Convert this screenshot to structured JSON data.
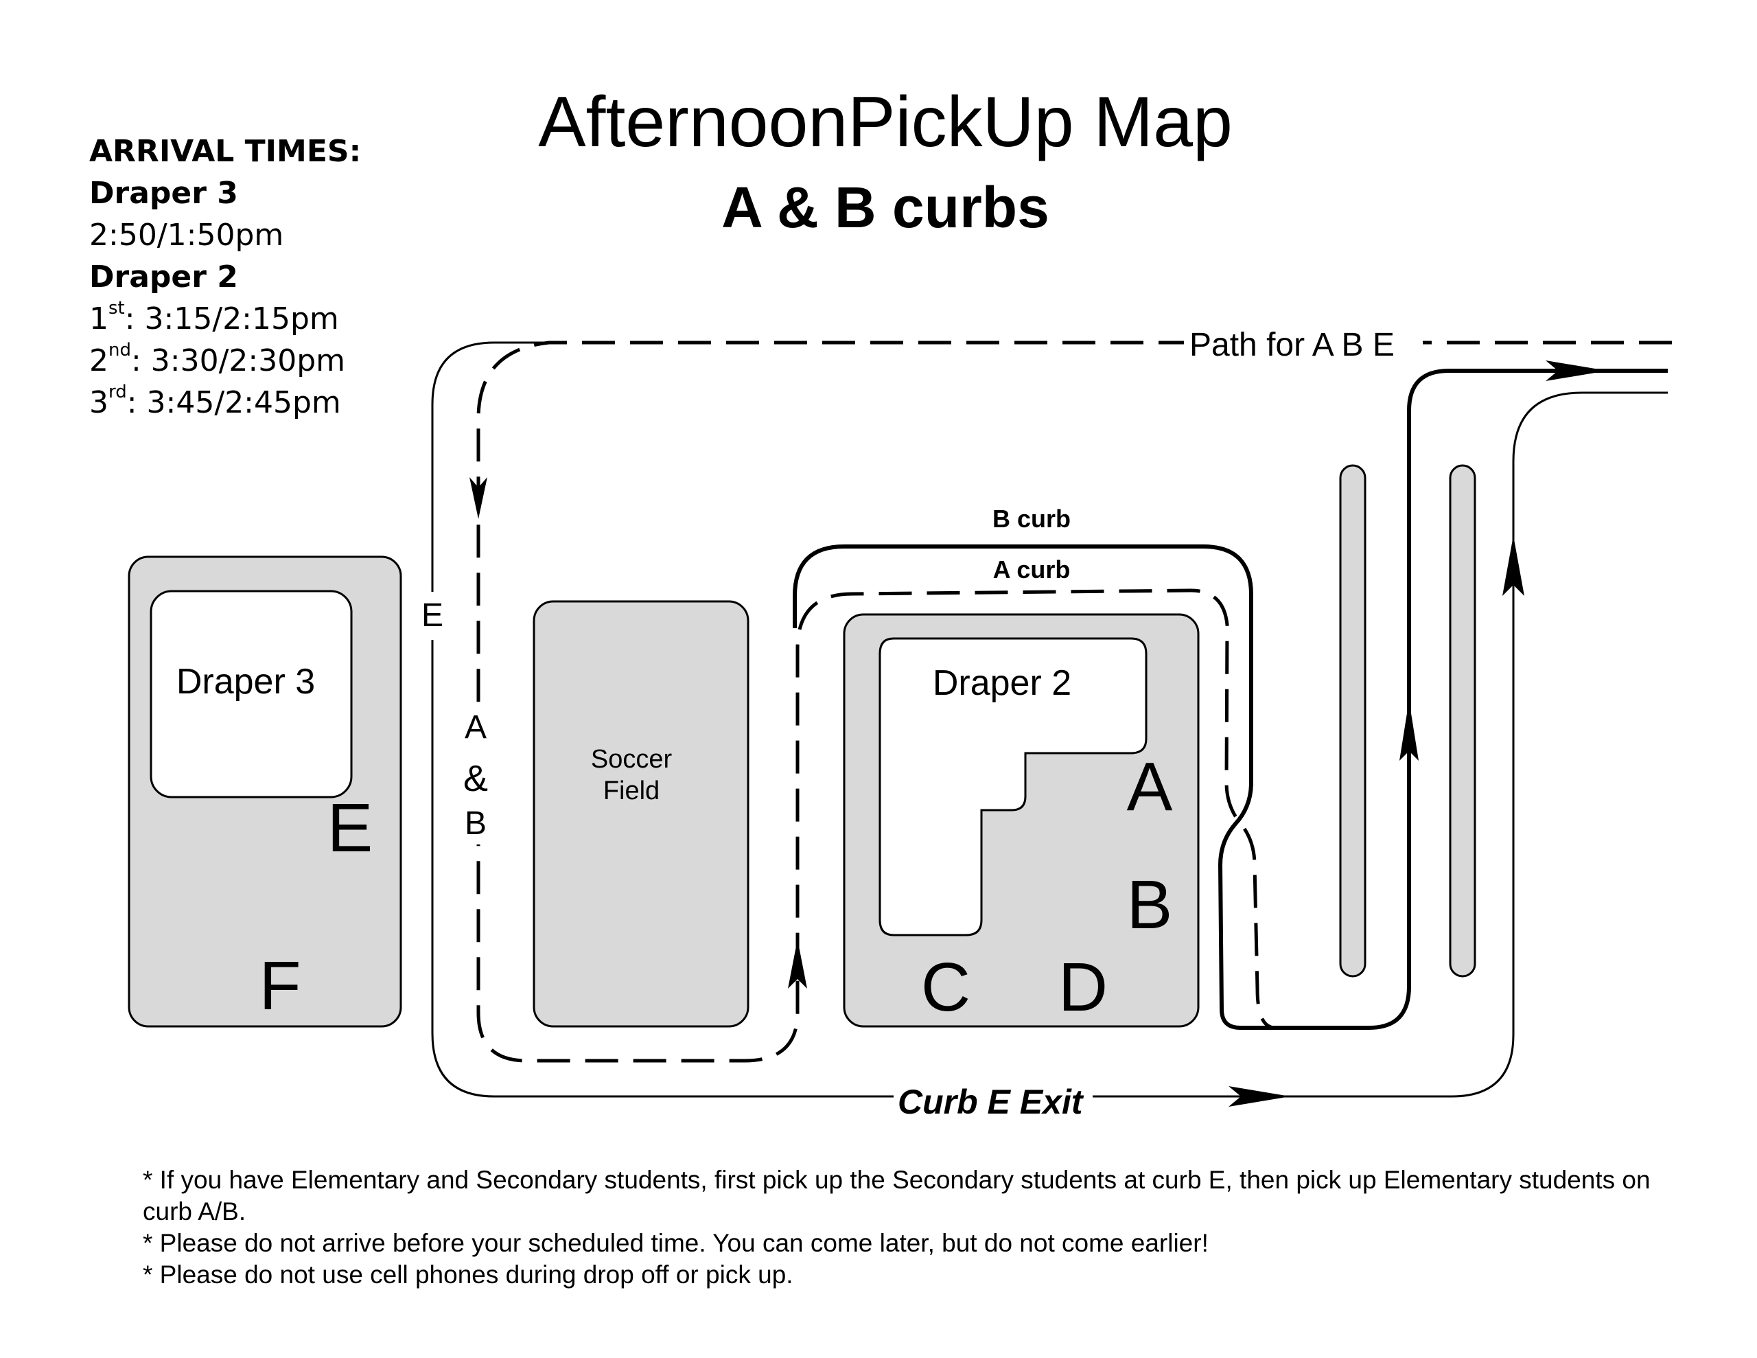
{
  "title": "AfternoonPickUp Map",
  "subtitle": "A & B curbs",
  "arrival": {
    "heading": "ARRIVAL TIMES:",
    "draper3_label": "Draper 3",
    "draper3_time": "2:50/1:50pm",
    "draper2_label": "Draper 2",
    "slots": [
      {
        "ord": "1",
        "sup": "st",
        "time": ": 3:15/2:15pm"
      },
      {
        "ord": "2",
        "sup": "nd",
        "time": ": 3:30/2:30pm"
      },
      {
        "ord": "3",
        "sup": "rd",
        "time": ": 3:45/2:45pm"
      }
    ]
  },
  "map": {
    "path_label": "Path for A B E",
    "b_curb_label": "B curb",
    "a_curb_label": "A curb",
    "e_marker": "E",
    "ab_marker": [
      "A",
      "&",
      "B"
    ],
    "draper3": "Draper 3",
    "draper2": "Draper 2",
    "soccer": [
      "Soccer",
      "Field"
    ],
    "exit_label": "Curb E Exit",
    "letters": {
      "E": "E",
      "F": "F",
      "A": "A",
      "B": "B",
      "C": "C",
      "D": "D"
    }
  },
  "notes": [
    "* If you have Elementary and Secondary students, first pick up the Secondary students at curb E, then pick up Elementary students on curb A/B.",
    "* Please do not arrive before your scheduled time. You can come later, but do not come earlier!",
    "* Please do not use cell phones during drop off or pick up."
  ],
  "colors": {
    "building": "#d9d9d9",
    "line": "#000000",
    "background": "#ffffff"
  }
}
